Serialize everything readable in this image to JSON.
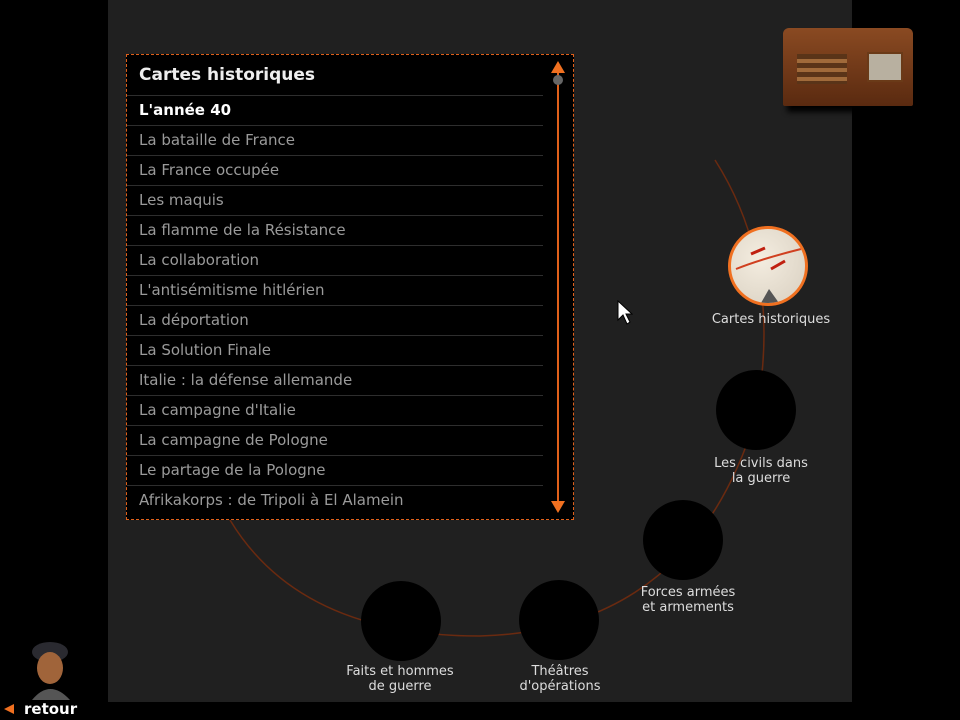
{
  "list": {
    "title": "Cartes historiques",
    "items": [
      "L'année 40",
      "La bataille de France",
      "La France occupée",
      "Les maquis",
      "La flamme de la Résistance",
      "La collaboration",
      "L'antisémitisme hitlérien",
      "La déportation",
      "La Solution Finale",
      "Italie : la défense allemande",
      "La campagne d'Italie",
      "La campagne de Pologne",
      "Le partage de la Pologne",
      "Afrikakorps : de Tripoli à El Alamein"
    ],
    "selected": 0
  },
  "nav": {
    "cartes": "Cartes historiques",
    "civils_1": "Les civils dans",
    "civils_2": "la guerre",
    "forces_1": "Forces armées",
    "forces_2": "et armements",
    "theatres_1": "Théâtres",
    "theatres_2": "d'opérations",
    "faits_1": "Faits et hommes",
    "faits_2": "de guerre"
  },
  "back": {
    "label": "retour"
  },
  "colors": {
    "accent": "#f07020",
    "panel": "#202020"
  }
}
